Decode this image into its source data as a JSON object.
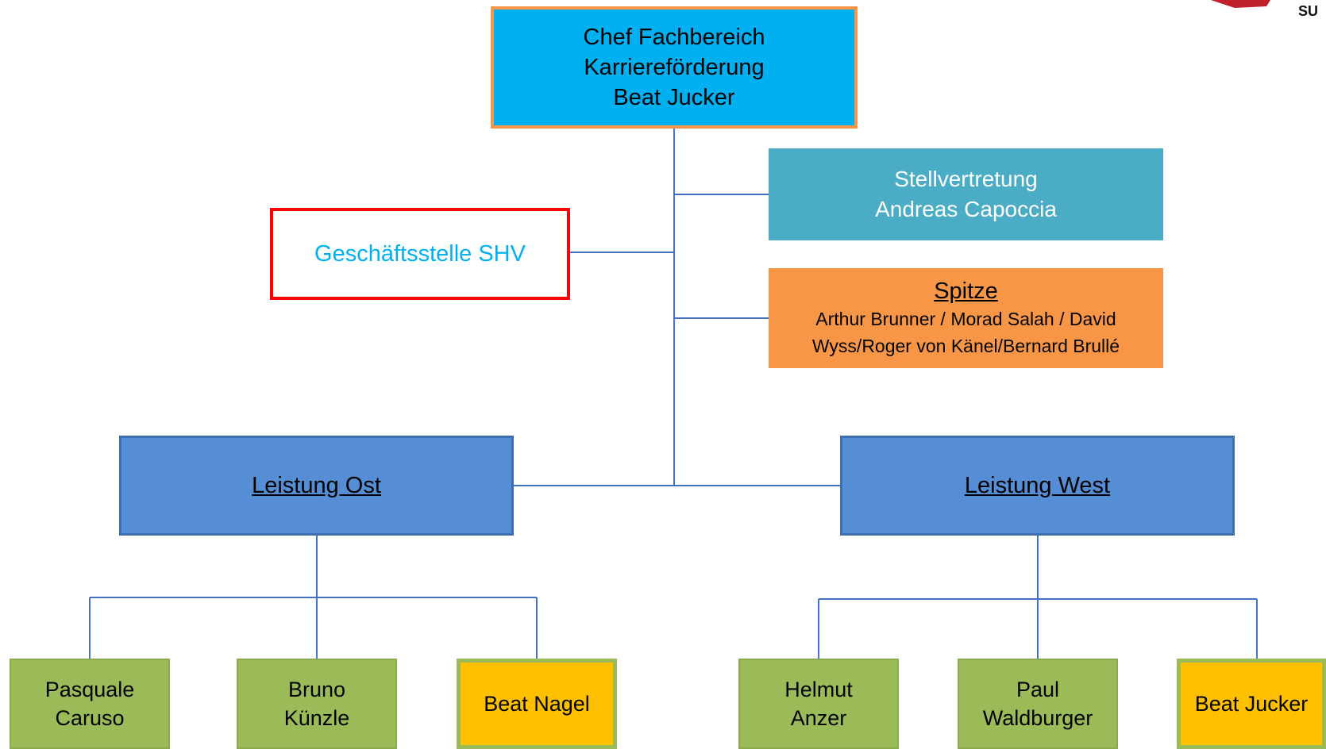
{
  "chef": {
    "line1": "Chef Fachbereich",
    "line2": "Karriereförderung",
    "line3": "Beat Jucker"
  },
  "stellvertretung": {
    "line1": "Stellvertretung",
    "line2": "Andreas Capoccia"
  },
  "spitze": {
    "title": "Spitze",
    "line1": "Arthur Brunner / Morad Salah / David",
    "line2": "Wyss/Roger von Känel/Bernard Brullé"
  },
  "geschaeftsstelle": {
    "label": "Geschäftsstelle SHV"
  },
  "ost": {
    "title": "Leistung Ost",
    "members": [
      {
        "line1": "Pasquale",
        "line2": "Caruso"
      },
      {
        "line1": "Bruno",
        "line2": "Künzle"
      },
      {
        "line1": "Beat Nagel",
        "line2": ""
      }
    ]
  },
  "west": {
    "title": "Leistung West",
    "members": [
      {
        "line1": "Helmut",
        "line2": "Anzer"
      },
      {
        "line1": "Paul",
        "line2": "Waldburger"
      },
      {
        "line1": "Beat Jucker",
        "line2": ""
      }
    ]
  },
  "logo": {
    "text": "SU"
  },
  "colors": {
    "chef": "#00B0F0",
    "chef_border": "#F79646",
    "stellvertretung": "#4BACC6",
    "spitze": "#F79646",
    "geschaeftsstelle_border": "#FF0000",
    "geschaeftsstelle_text": "#00B0F0",
    "leistung": "#558ED5",
    "member_green": "#9BBB59",
    "member_yellow": "#FFC000",
    "connector": "#4472C4"
  }
}
